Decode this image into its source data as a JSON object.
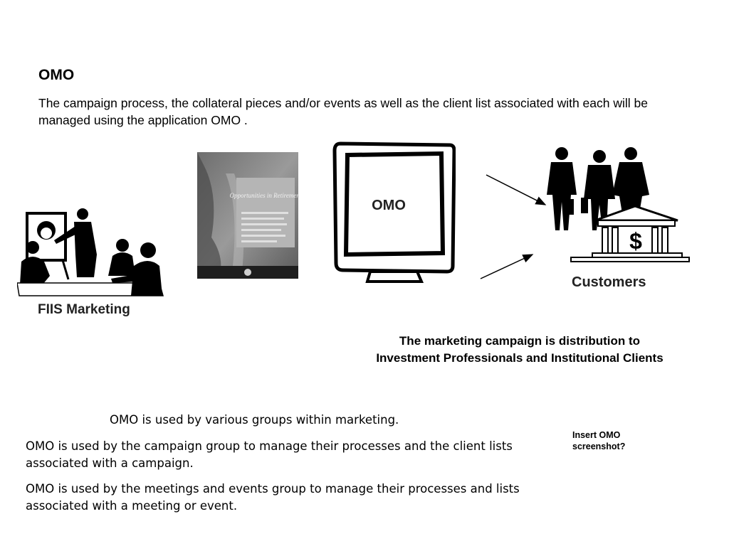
{
  "slide": {
    "title": "OMO",
    "intro": "The campaign process, the collateral pieces and/or events as well as the client list associated with each will be managed using the application OMO ."
  },
  "diagram": {
    "marketing_label": "FIIS Marketing",
    "monitor_label": "OMO",
    "customers_label": "Customers",
    "brochure_heading": "Opportunities in Retirement",
    "distribution_note": [
      "The marketing campaign is distribution to",
      "Investment Professionals and Institutional Clients"
    ]
  },
  "notes": {
    "line1": "OMO is used by various groups within marketing.",
    "line2": "OMO is used by the campaign group to manage their processes and the client lists associated with a campaign.",
    "line3": "OMO is used by the meetings and events group to manage their processes and lists associated with a meeting or event."
  },
  "placeholder": {
    "insert_text": "Insert OMO screenshot?"
  }
}
